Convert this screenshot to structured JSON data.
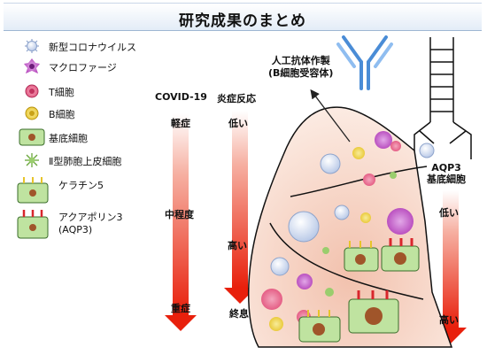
{
  "title": "研究成果のまとめ",
  "legend": [
    {
      "label": "新型コロナウイルス",
      "icon": "virus-icon"
    },
    {
      "label": "マクロファージ",
      "icon": "macrophage-icon"
    },
    {
      "label": "T細胞",
      "icon": "t-cell-icon"
    },
    {
      "label": "B細胞",
      "icon": "b-cell-icon"
    },
    {
      "label": "基底細胞",
      "icon": "basal-cell-icon"
    },
    {
      "label": "Ⅱ型肺胞上皮細胞",
      "icon": "type2-alveolar-cell-icon"
    },
    {
      "label": "ケラチン5",
      "icon": "keratin5-cell-icon"
    },
    {
      "label": "アクアポリン3\n(AQP3)",
      "icon": "aqp3-cell-icon"
    }
  ],
  "covid_scale": {
    "header": "COVID-19",
    "mild": "軽症",
    "moderate": "中程度",
    "severe": "重症"
  },
  "inflammation_scale": {
    "header": "炎症反応",
    "low": "低い",
    "high": "高い",
    "resolution": "終息"
  },
  "aqp3_scale": {
    "header": "AQP3\n基底細胞",
    "low": "低い",
    "high": "高い"
  },
  "antibody_label": "人工抗体作製\n(B細胞受容体)",
  "colors": {
    "arrow_red": "#e8200c",
    "virus": "#c9d7ef",
    "macrophage": "#b23fb8",
    "t_cell": "#e2507a",
    "b_cell": "#e7c42a",
    "basal_cell": "#bfe3a0",
    "keratin_marker": "#e7c42a",
    "aqp3_marker": "#d8262c",
    "lung_fill": "#f7dccf",
    "antibody": "#4a8cd6"
  }
}
